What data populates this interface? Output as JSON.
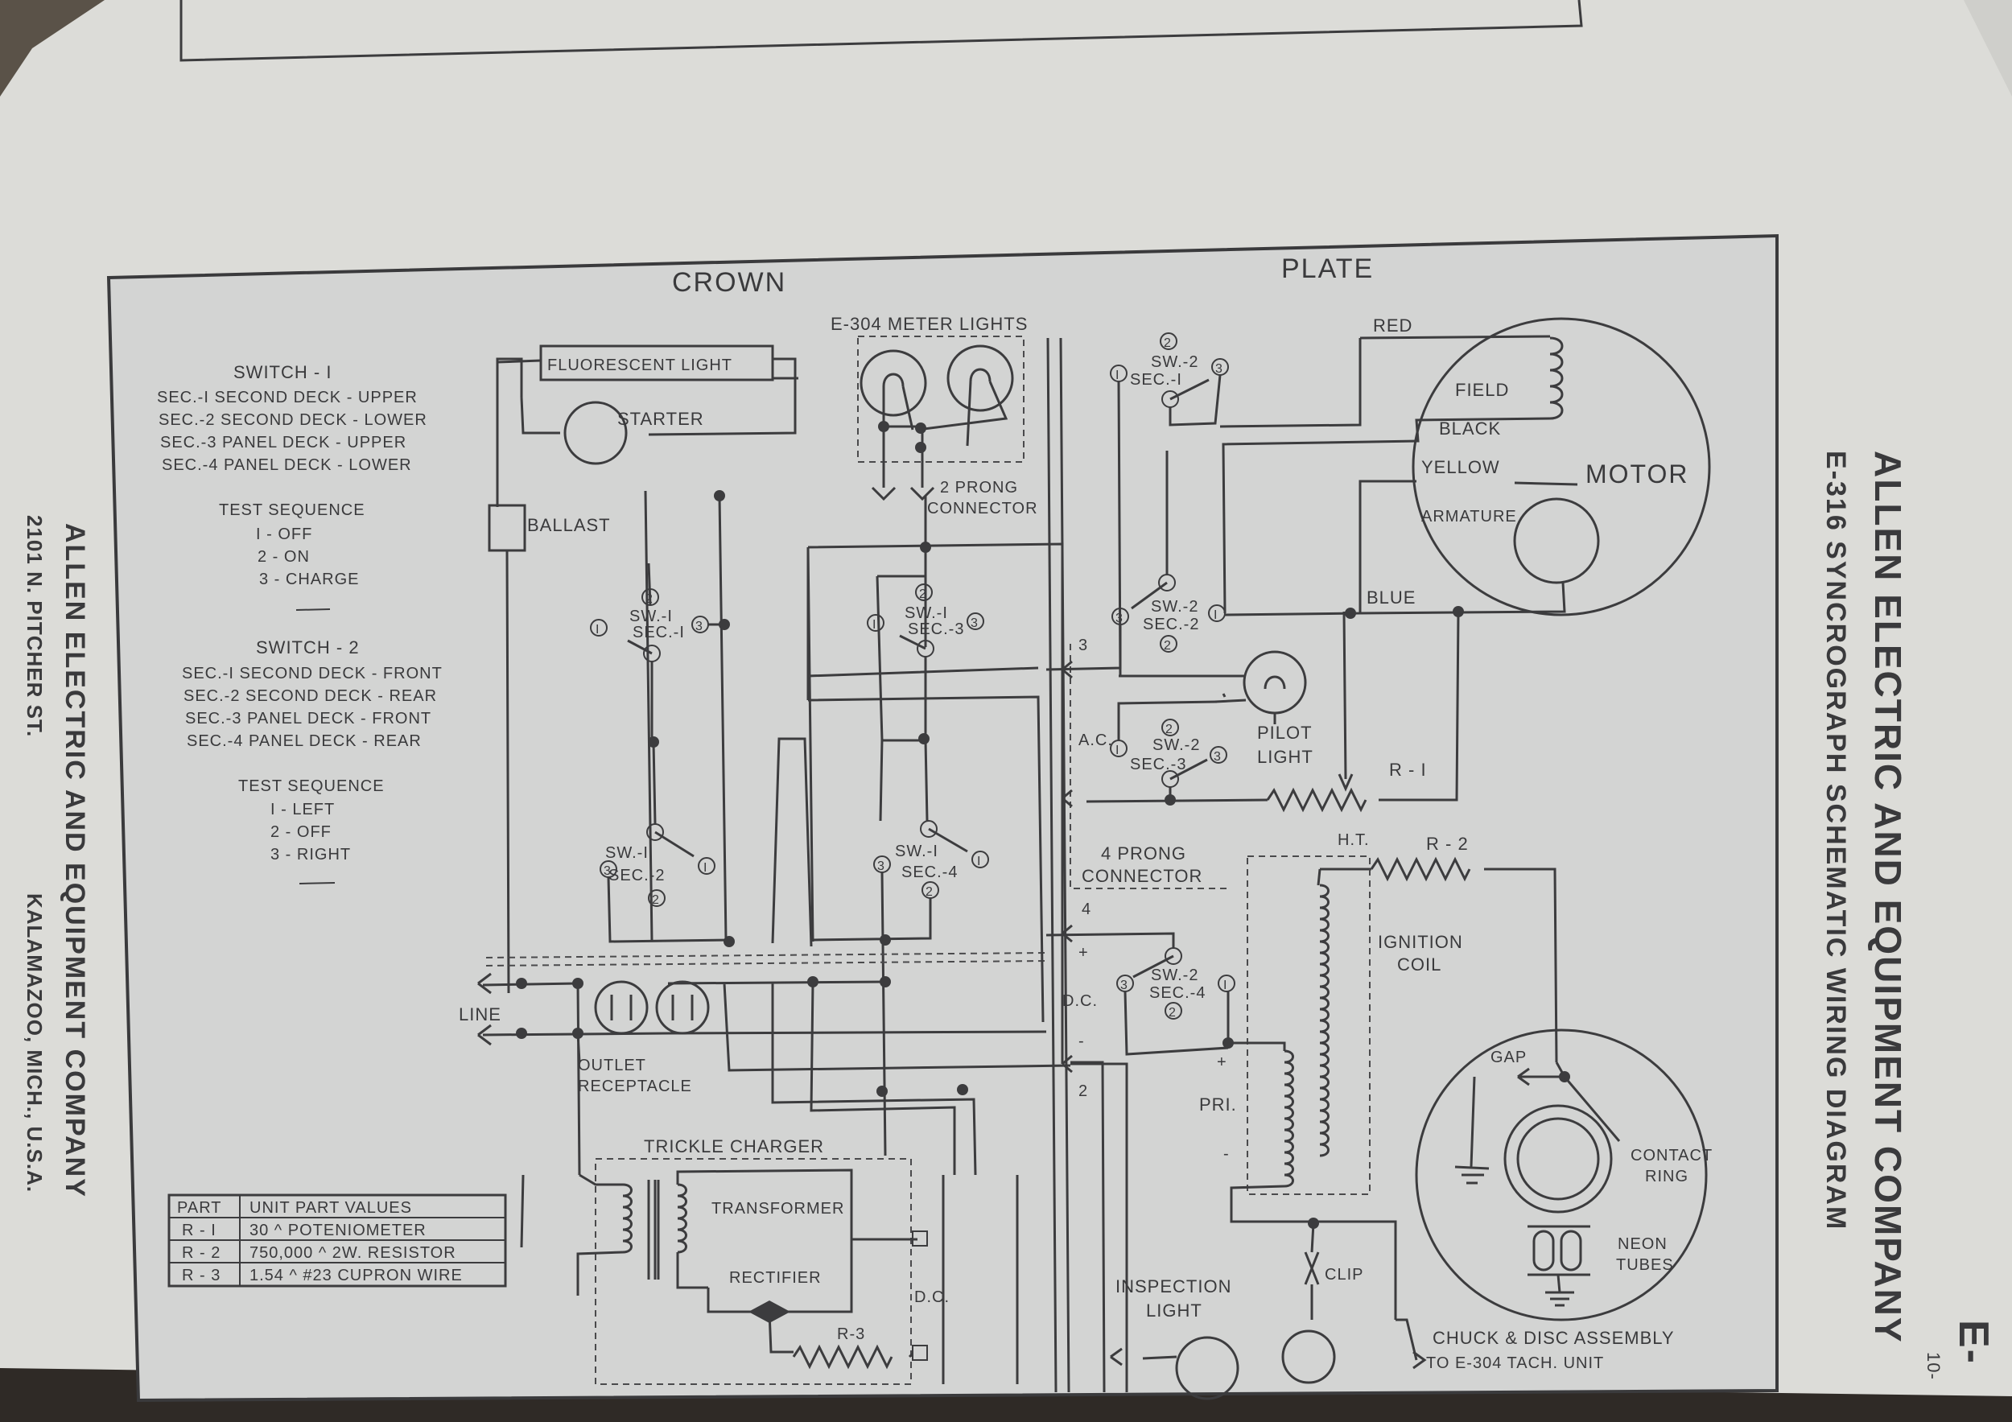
{
  "company": {
    "name": "ALLEN ELECTRIC AND EQUIPMENT COMPANY",
    "address_line1": "2101 N. PITCHER ST.",
    "address_line2": "KALAMAZOO, MICH., U.S.A."
  },
  "header": {
    "company": "ALLEN ELECTRIC AND EQUIPMENT COMPANY",
    "diagram_title": "E-316 SYNCROGRAPH SCHEMATIC WIRING DIAGRAM",
    "page_code": "E-",
    "page_number": "10-"
  },
  "sections": {
    "crown": "CROWN",
    "plate": "PLATE"
  },
  "switch1": {
    "title": "SWITCH - I",
    "secs": [
      "SEC.-I  SECOND  DECK - UPPER",
      "SEC.-2  SECOND  DECK - LOWER",
      "SEC.-3  PANEL  DECK - UPPER",
      "SEC.-4  PANEL  DECK - LOWER"
    ],
    "seq_title": "TEST  SEQUENCE",
    "seq": [
      "I - OFF",
      "2 - ON",
      "3 - CHARGE"
    ]
  },
  "switch2": {
    "title": "SWITCH - 2",
    "secs": [
      "SEC.-I  SECOND  DECK - FRONT",
      "SEC.-2  SECOND  DECK - REAR",
      "SEC.-3  PANEL  DECK - FRONT",
      "SEC.-4  PANEL  DECK - REAR"
    ],
    "seq_title": "TEST  SEQUENCE",
    "seq": [
      "I - LEFT",
      "2 - OFF",
      "3 - RIGHT"
    ]
  },
  "parts_table": {
    "headers": [
      "PART",
      "UNIT  PART  VALUES"
    ],
    "rows": [
      [
        "R - I",
        "30 ^ POTENIOMETER"
      ],
      [
        "R - 2",
        "750,000 ^   2W. RESISTOR"
      ],
      [
        "R - 3",
        "1.54 ^  #23  CUPRON WIRE"
      ]
    ]
  },
  "labels": {
    "fluorescent": "FLUORESCENT  LIGHT",
    "starter": "STARTER",
    "ballast": "BALLAST",
    "meter_lights": "E-304  METER LIGHTS",
    "prong2": "2  PRONG",
    "connector": "CONNECTOR",
    "prong4": "4  PRONG",
    "connector4": "CONNECTOR",
    "line": "LINE",
    "outlet": "OUTLET",
    "receptacle": "RECEPTACLE",
    "trickle": "TRICKLE  CHARGER",
    "transformer": "TRANSFORMER",
    "rectifier": "RECTIFIER",
    "r3": "R-3",
    "dc_left": "D.C.",
    "dc_right": "D.C.",
    "ac": "A.C.",
    "field": "FIELD",
    "black": "BLACK",
    "yellow": "YELLOW",
    "motor": "MOTOR",
    "armature": "ARMATURE",
    "red": "RED",
    "blue": "BLUE",
    "pilot": "PILOT",
    "light": "LIGHT",
    "r1": "R - I",
    "r2": "R - 2",
    "ht": "H.T.",
    "ignition": "IGNITION",
    "coil": "COIL",
    "pri": "PRI.",
    "gap": "GAP",
    "contact": "CONTACT",
    "ring": "RING",
    "neon": "NEON",
    "tubes": "TUBES",
    "inspection": "INSPECTION",
    "insp_light": "LIGHT",
    "clip": "CLIP",
    "chuck": "CHUCK  &  DISC  ASSEMBLY",
    "tach": "TO  E-304  TACH. UNIT",
    "plus": "+",
    "minus": "-",
    "n3": "3",
    "n4": "4",
    "n2": "2"
  },
  "switches": [
    {
      "sw": "SW.-I",
      "sec": "SEC.-I"
    },
    {
      "sw": "SW.-I",
      "sec": "SEC.-3"
    },
    {
      "sw": "SW.-I",
      "sec": "SEC.-2"
    },
    {
      "sw": "SW.-I",
      "sec": "SEC.-4"
    },
    {
      "sw": "SW.-2",
      "sec": "SEC.-I"
    },
    {
      "sw": "SW.-2",
      "sec": "SEC.-2"
    },
    {
      "sw": "SW.-2",
      "sec": "SEC.-3"
    },
    {
      "sw": "SW.-2",
      "sec": "SEC.-4"
    }
  ],
  "terminals": {
    "one": "I",
    "two": "2",
    "three": "3"
  }
}
